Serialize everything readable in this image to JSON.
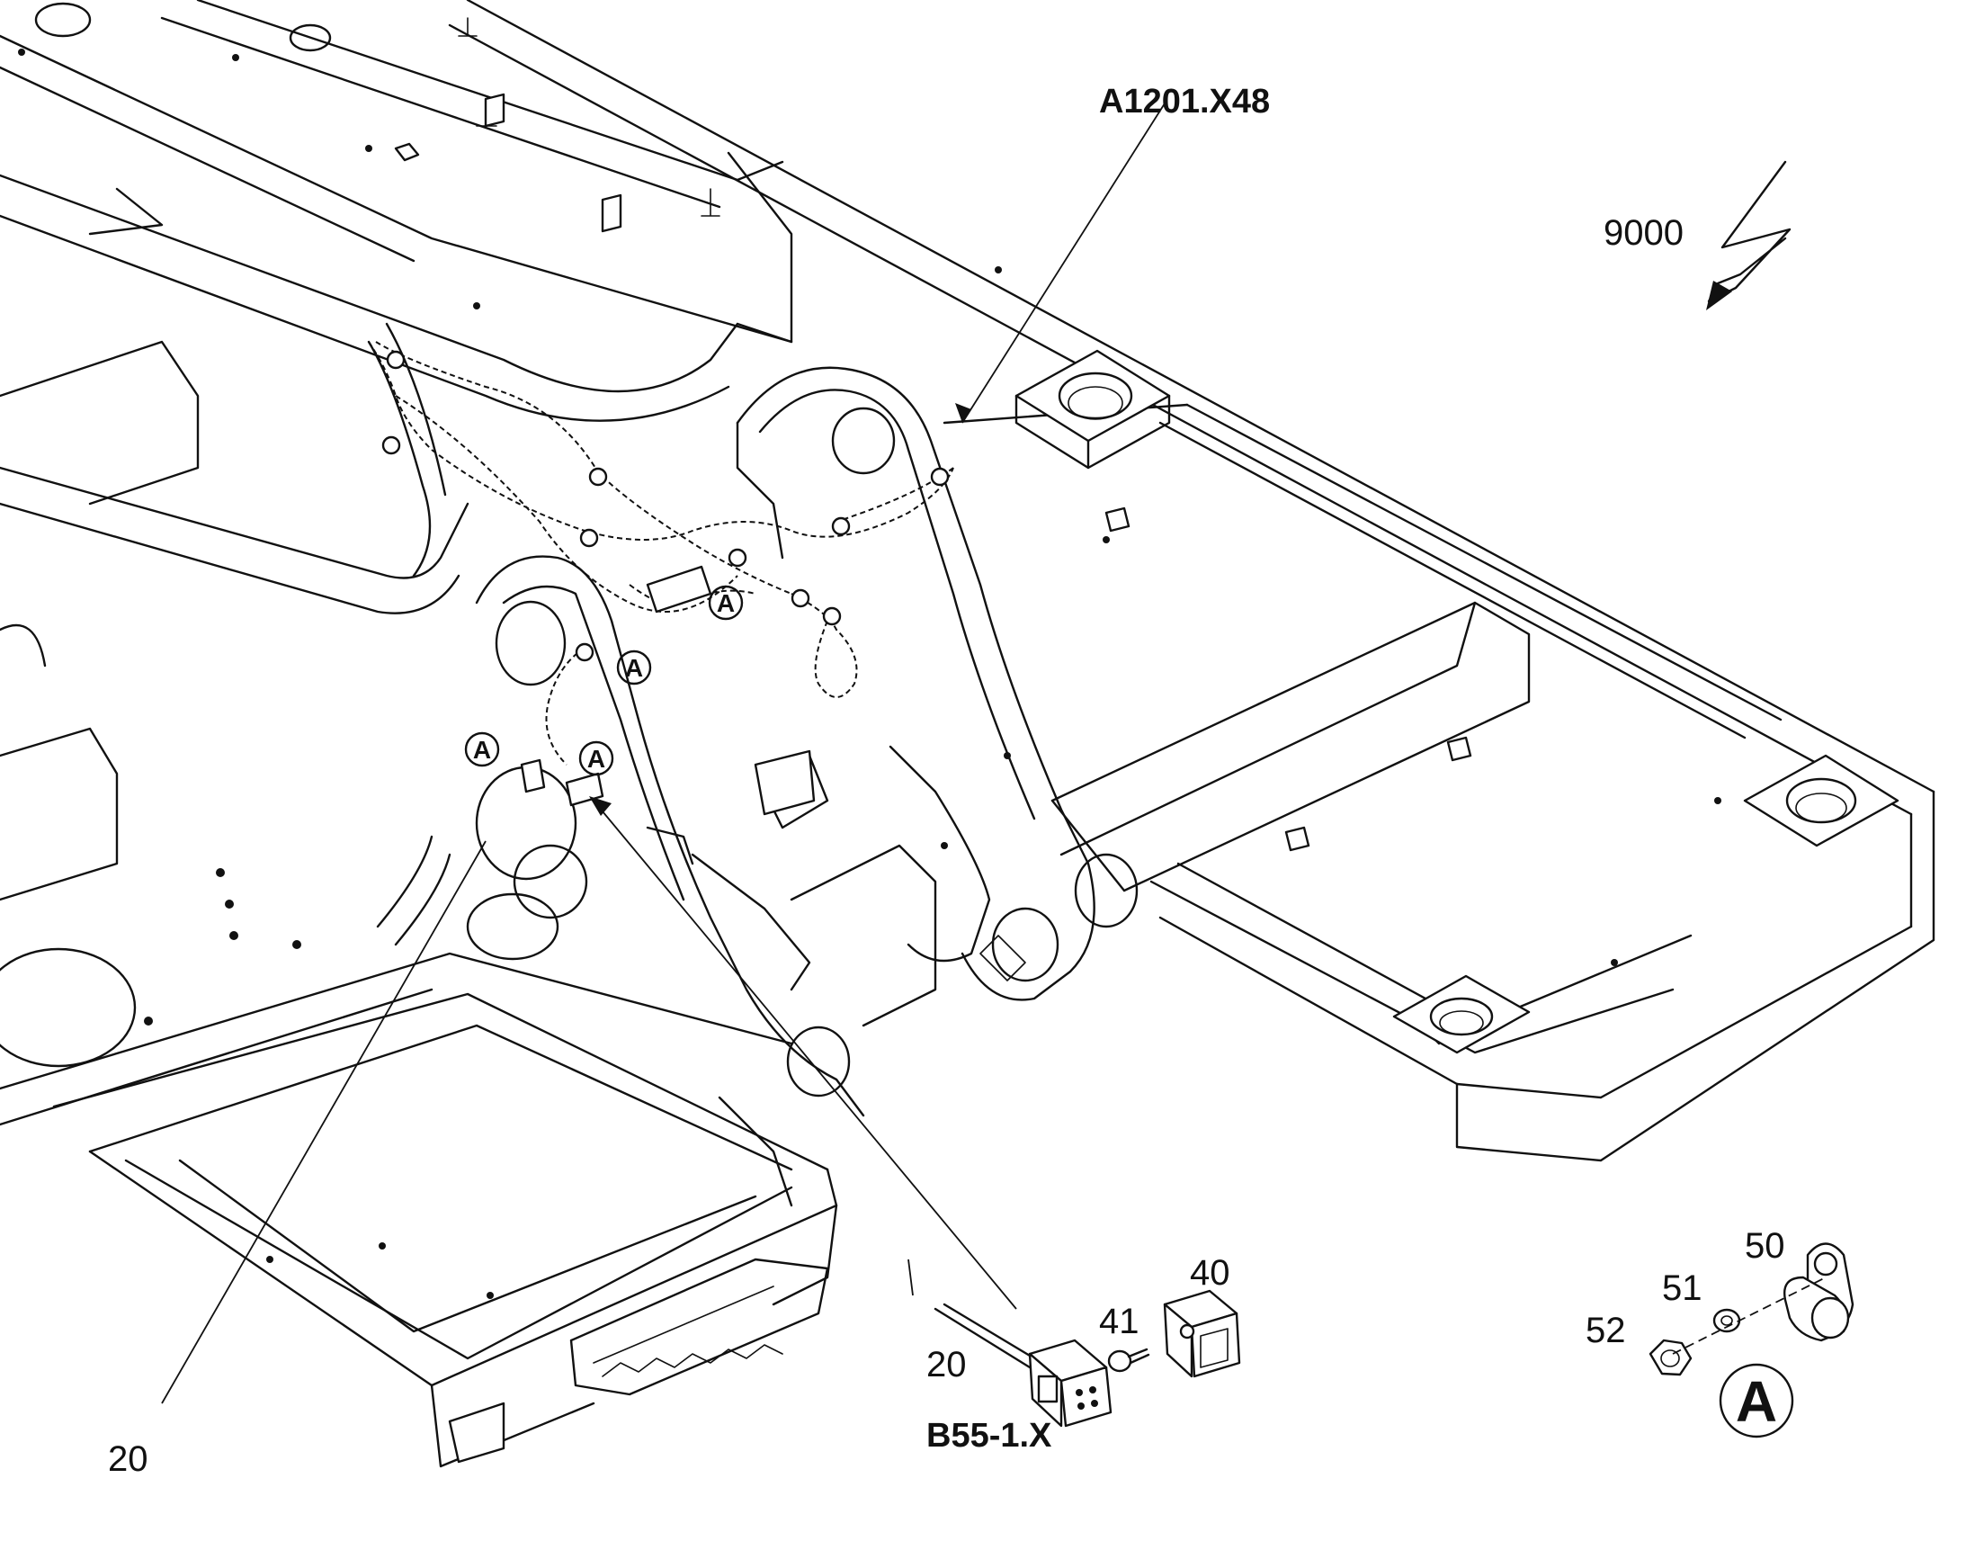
{
  "labels": {
    "connector_top": "A1201.X48",
    "connector_bottom": "B55-1.X",
    "bolt_symbol": "9000",
    "pos_20_left": "20",
    "pos_20_part": "20",
    "pos_40": "40",
    "pos_41": "41",
    "pos_50": "50",
    "pos_51": "51",
    "pos_52": "52"
  },
  "callouts": {
    "detail_letter": "A"
  }
}
